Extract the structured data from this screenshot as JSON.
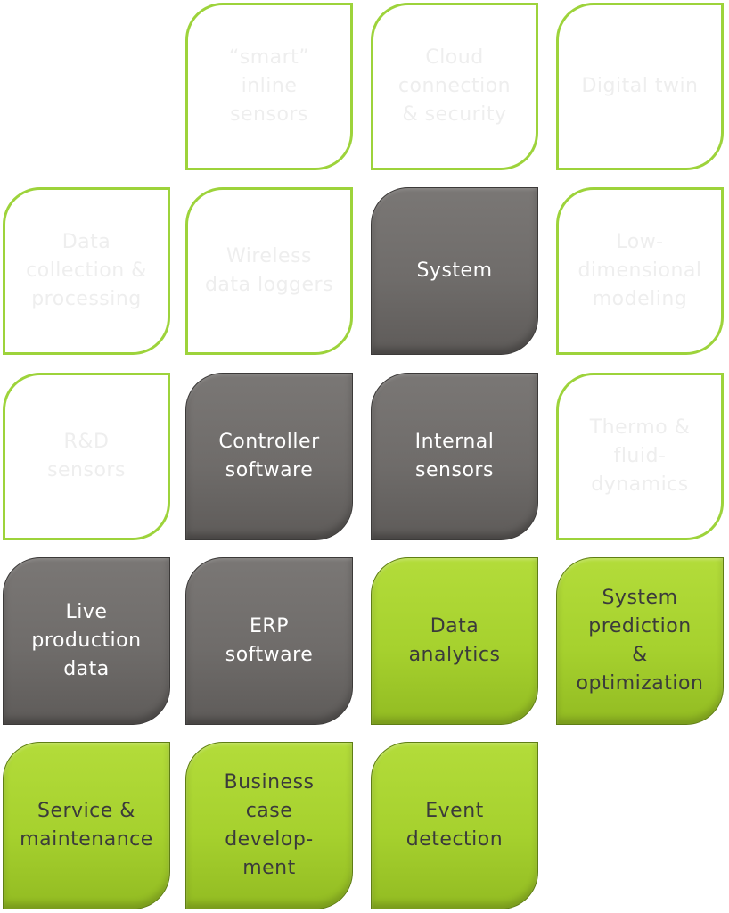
{
  "colors": {
    "outline_border": "#9dd33b",
    "gray_fill": "#716e6c",
    "green_fill": "#a6d12e",
    "faded_text": "#eeeeee"
  },
  "tiles": {
    "smart_inline_sensors": {
      "label": "“smart”\ninline\nsensors",
      "style": "outline"
    },
    "cloud_connection": {
      "label": "Cloud\nconnection\n& security",
      "style": "outline"
    },
    "digital_twin": {
      "label": "Digital twin",
      "style": "outline"
    },
    "data_collection": {
      "label": "Data\ncollection &\nprocessing",
      "style": "outline"
    },
    "wireless_loggers": {
      "label": "Wireless\ndata loggers",
      "style": "outline"
    },
    "system": {
      "label": "System",
      "style": "gray"
    },
    "low_dimensional": {
      "label": "Low-\ndimensional\nmodeling",
      "style": "outline"
    },
    "rnd_sensors": {
      "label": "R&D\nsensors",
      "style": "outline"
    },
    "controller_software": {
      "label": "Controller\nsoftware",
      "style": "gray"
    },
    "internal_sensors": {
      "label": "Internal\nsensors",
      "style": "gray"
    },
    "thermo_fluid": {
      "label": "Thermo &\nfluid-\ndynamics",
      "style": "outline"
    },
    "live_production": {
      "label": "Live\nproduction\ndata",
      "style": "gray"
    },
    "erp_software": {
      "label": "ERP\nsoftware",
      "style": "gray"
    },
    "data_analytics": {
      "label": "Data\nanalytics",
      "style": "green"
    },
    "system_prediction": {
      "label": "System\nprediction\n&\noptimization",
      "style": "green"
    },
    "service_maintenance": {
      "label": "Service &\nmaintenance",
      "style": "green"
    },
    "business_case": {
      "label": "Business\ncase\ndevelop-\nment",
      "style": "green"
    },
    "event_detection": {
      "label": "Event\ndetection",
      "style": "green"
    }
  }
}
